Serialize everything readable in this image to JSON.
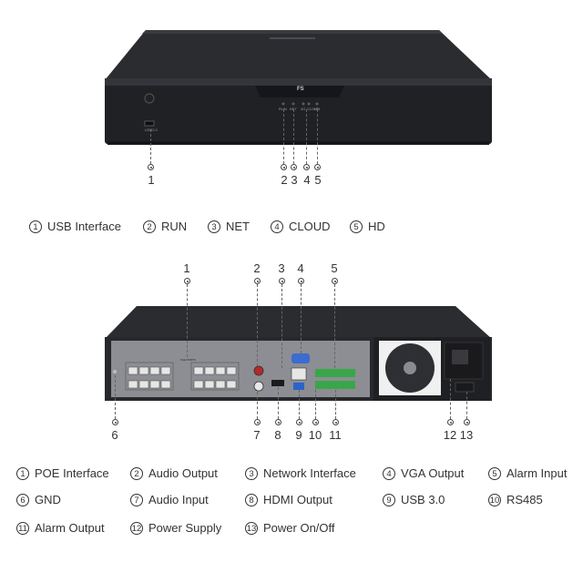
{
  "brand": "FS",
  "front": {
    "port_label_usb": "USB2.0",
    "led_labels": [
      "RUN",
      "NET",
      "4G",
      "CLOUD",
      "HD"
    ],
    "callouts": [
      "1",
      "2",
      "3",
      "4",
      "5"
    ],
    "legend": [
      {
        "num": "1",
        "label": "USB Interface"
      },
      {
        "num": "2",
        "label": "RUN"
      },
      {
        "num": "3",
        "label": "NET"
      },
      {
        "num": "4",
        "label": "CLOUD"
      },
      {
        "num": "5",
        "label": "HD"
      }
    ]
  },
  "back": {
    "callouts_top": [
      "1",
      "2",
      "3",
      "4",
      "5"
    ],
    "callouts_bottom": [
      "6",
      "7",
      "8",
      "9",
      "10",
      "11",
      "12",
      "13"
    ],
    "poe_label": "PoE PORTS",
    "legend": [
      {
        "num": "1",
        "label": "POE Interface"
      },
      {
        "num": "2",
        "label": "Audio Output"
      },
      {
        "num": "3",
        "label": "Network Interface"
      },
      {
        "num": "4",
        "label": "VGA Output"
      },
      {
        "num": "5",
        "label": "Alarm Input"
      },
      {
        "num": "6",
        "label": "GND"
      },
      {
        "num": "7",
        "label": "Audio Input"
      },
      {
        "num": "8",
        "label": "HDMI Output"
      },
      {
        "num": "9",
        "label": "USB 3.0"
      },
      {
        "num": "10",
        "label": "RS485"
      },
      {
        "num": "11",
        "label": "Alarm Output"
      },
      {
        "num": "12",
        "label": "Power Supply"
      },
      {
        "num": "13",
        "label": "Power On/Off"
      }
    ]
  }
}
